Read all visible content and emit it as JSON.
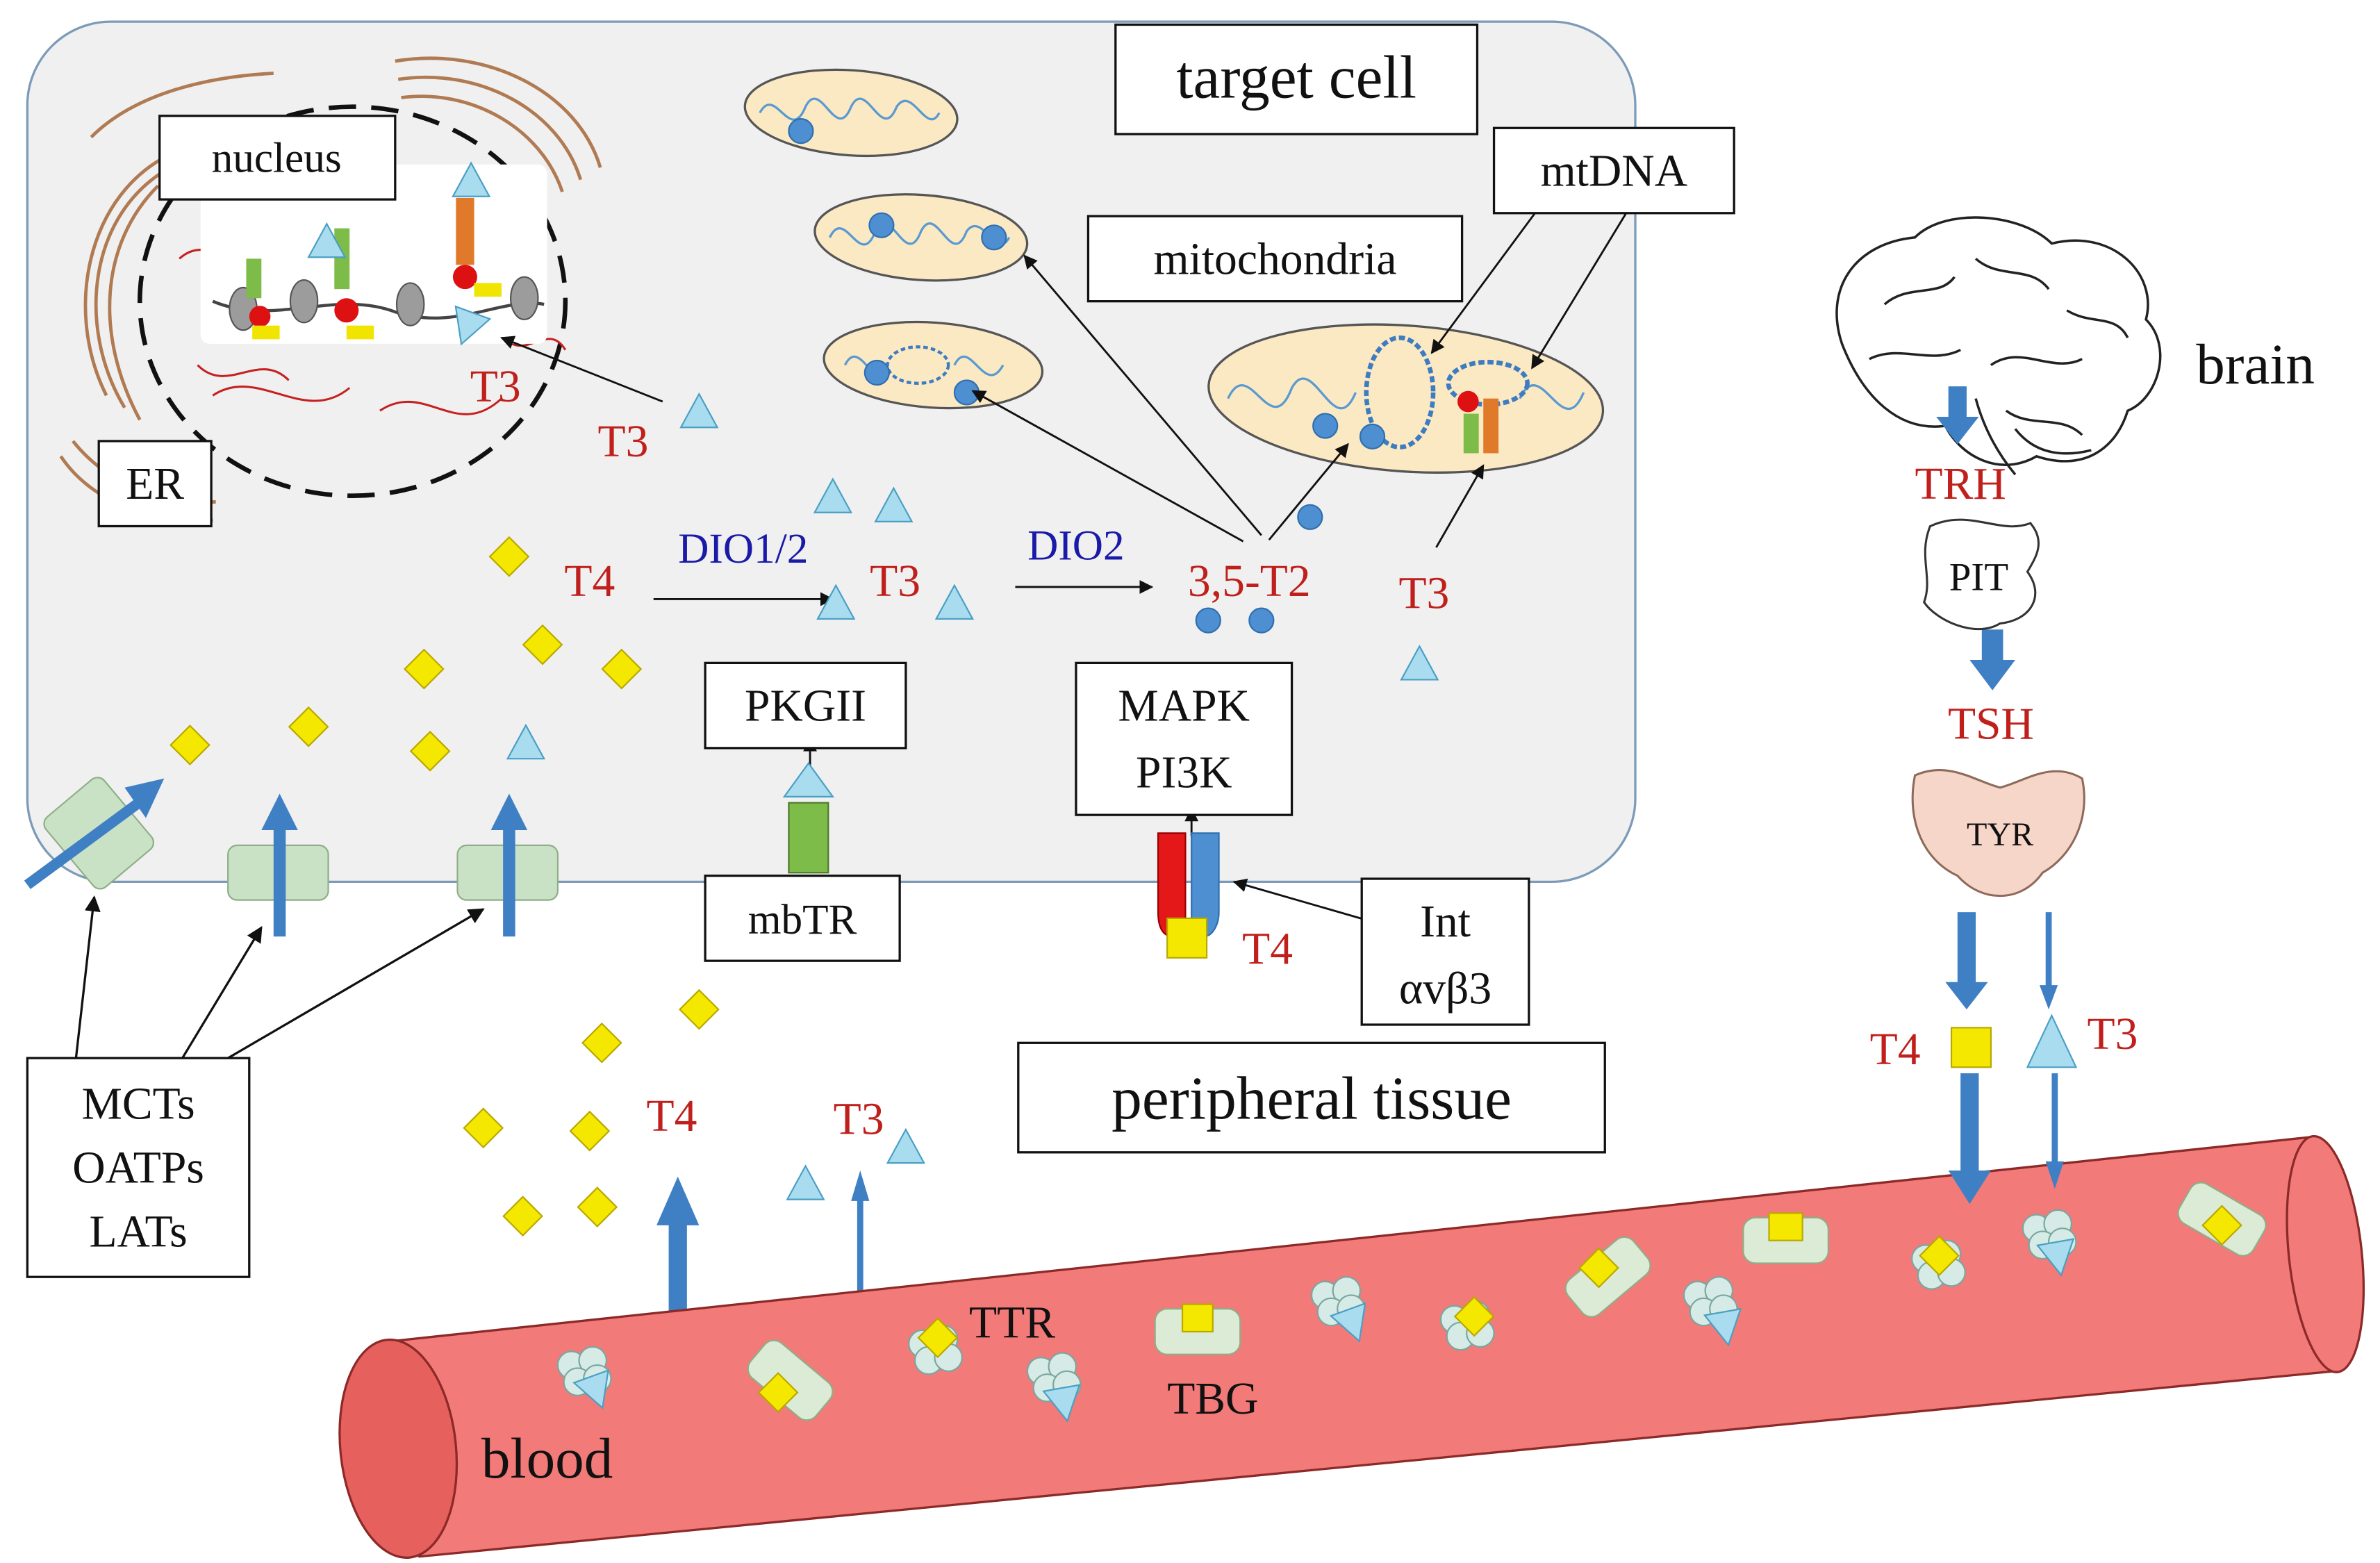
{
  "labels": {
    "target_cell": "target cell",
    "nucleus": "nucleus",
    "er": "ER",
    "mtdna": "mtDNA",
    "mitochondria": "mitochondria",
    "pkgii": "PKGII",
    "mapk": "MAPK",
    "pi3k": "PI3K",
    "mbtr": "mbTR",
    "int": "Int",
    "integrin": "αvβ3",
    "peripheral_tissue": "peripheral tissue",
    "mcts": "MCTs",
    "oatps": "OATPs",
    "lats": "LATs",
    "brain": "brain",
    "pit": "PIT",
    "tyr": "TYR",
    "blood": "blood",
    "ttr": "TTR",
    "tbg": "TBG"
  },
  "hormones": {
    "t4": "T4",
    "t3": "T3",
    "t2": "3,5-T2",
    "trh": "TRH",
    "tsh": "TSH"
  },
  "enzymes": {
    "dio12": "DIO1/2",
    "dio2": "DIO2"
  },
  "colors": {
    "hormone_text": "#c0201c",
    "enzyme_text": "#1a1aa8",
    "cell_fill": "#f0f0f0",
    "vessel": "#f27a78",
    "t4_marker": "#f5e800",
    "t3_marker": "#a8dcee",
    "transport_arrow": "#3f7fc4",
    "transporter": "#c9e2c5",
    "mitochondrion": "#fbe9c4",
    "thyroid": "#f6d6c8"
  }
}
